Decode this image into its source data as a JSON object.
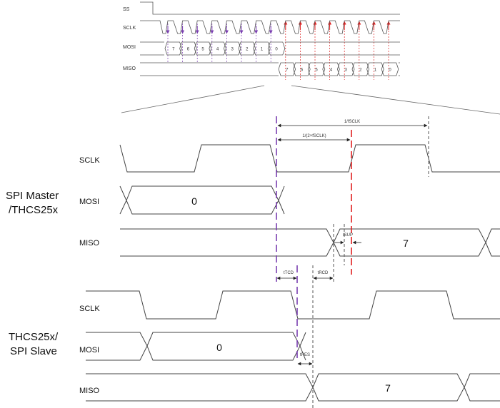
{
  "overview": {
    "signals": [
      "SS",
      "SCLK",
      "MOSI",
      "MISO"
    ],
    "mosi_bits": [
      "7",
      "6",
      "5",
      "4",
      "3",
      "2",
      "1",
      "0"
    ],
    "miso_bits": [
      "7",
      "6",
      "5",
      "4",
      "3",
      "2",
      "1",
      "0"
    ]
  },
  "master": {
    "group_line1": "SPI Master",
    "group_line2": "/THCS25x",
    "sclk": "SCLK",
    "mosi": "MOSI",
    "miso": "MISO",
    "mosi_value": "0",
    "miso_value": "7"
  },
  "slave": {
    "group_line1": "THCS25x/",
    "group_line2": "SPI Slave",
    "sclk": "SCLK",
    "mosi": "MOSI",
    "miso": "MISO",
    "mosi_value": "0",
    "miso_value": "7"
  },
  "timing": {
    "period": "1/fSCLK",
    "half_period": "1/(2×fSCLK)",
    "tsup": "tSUP",
    "ttcd": "tTCD",
    "trcd": "tRCD",
    "tres": "tRES"
  },
  "colors": {
    "falling_edge": "#7a3fb0",
    "rising_edge": "#e02020",
    "waveform": "#444444"
  }
}
